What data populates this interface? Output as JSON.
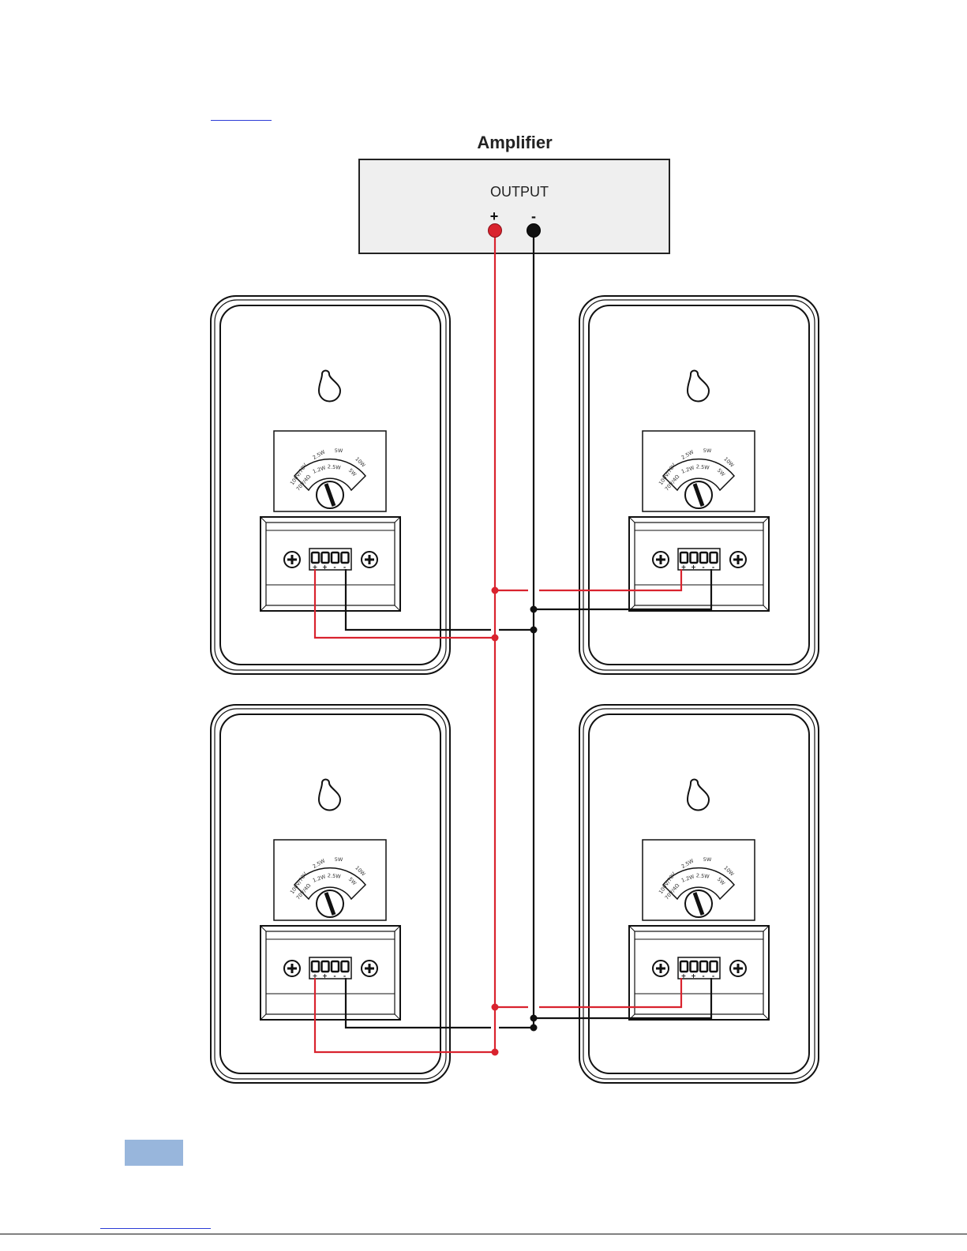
{
  "amplifier": {
    "title": "Amplifier",
    "output_label": "OUTPUT",
    "plus_label": "+",
    "minus_label": "-"
  },
  "speaker": {
    "dial_labels_outer": [
      "100V/70V",
      "2.5W",
      "5W",
      "10W"
    ],
    "dial_labels_inner": [
      "70V/4Ω",
      "1.2W",
      "2.5W",
      "5W"
    ],
    "terminal_labels": [
      "+",
      "+",
      "-",
      "-"
    ]
  },
  "colors": {
    "positive_wire": "#d9232e",
    "negative_wire": "#111111",
    "amp_fill": "#efefef"
  },
  "speakers": [
    {
      "name": "speaker-top-left"
    },
    {
      "name": "speaker-top-right"
    },
    {
      "name": "speaker-bottom-left"
    },
    {
      "name": "speaker-bottom-right"
    }
  ]
}
